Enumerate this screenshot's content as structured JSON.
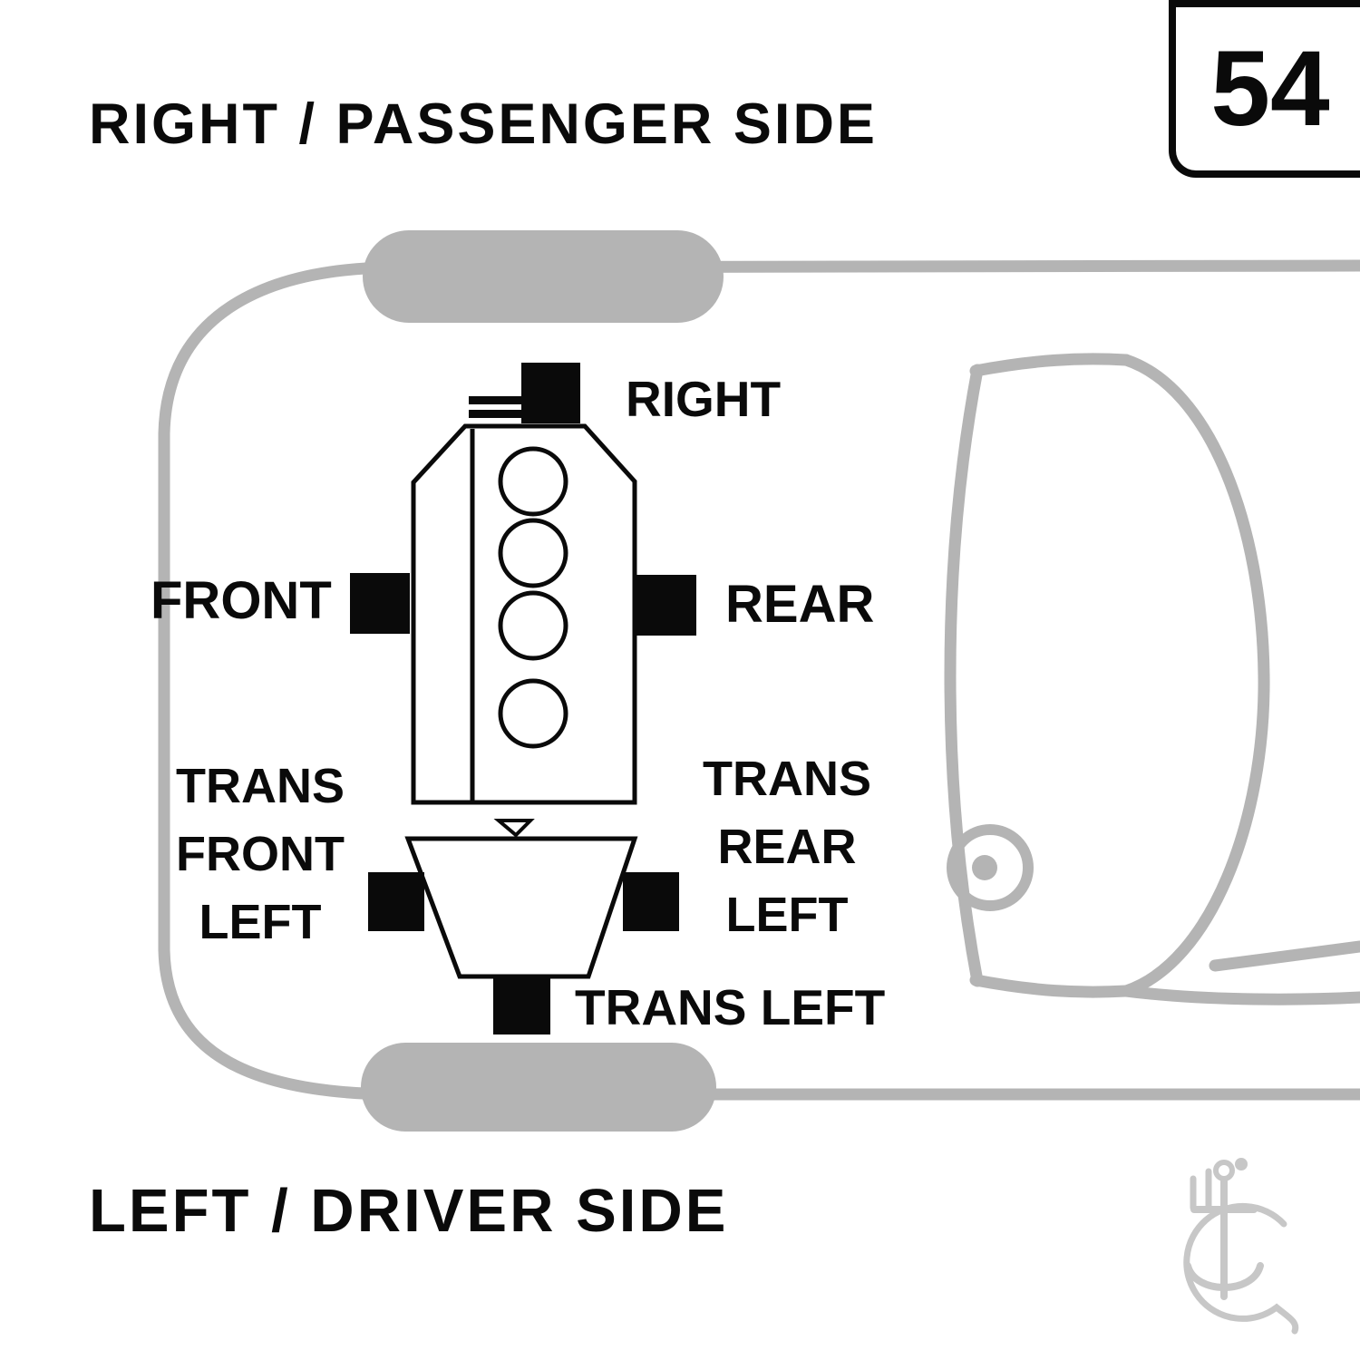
{
  "page": {
    "top_side_label": "RIGHT / PASSENGER SIDE",
    "bottom_side_label": "LEFT / DRIVER SIDE",
    "page_number": "54"
  },
  "mount_labels": {
    "right": "RIGHT",
    "front": "FRONT",
    "rear": "REAR",
    "trans_front_left": [
      "TRANS",
      "FRONT",
      "LEFT"
    ],
    "trans_rear_left": [
      "TRANS",
      "REAR",
      "LEFT"
    ],
    "trans_left": "TRANS LEFT"
  },
  "colors": {
    "background": "#ffffff",
    "car_outline": "#b4b4b4",
    "diagram_ink": "#0a0a0a",
    "watermark": "#c7c7c7"
  }
}
